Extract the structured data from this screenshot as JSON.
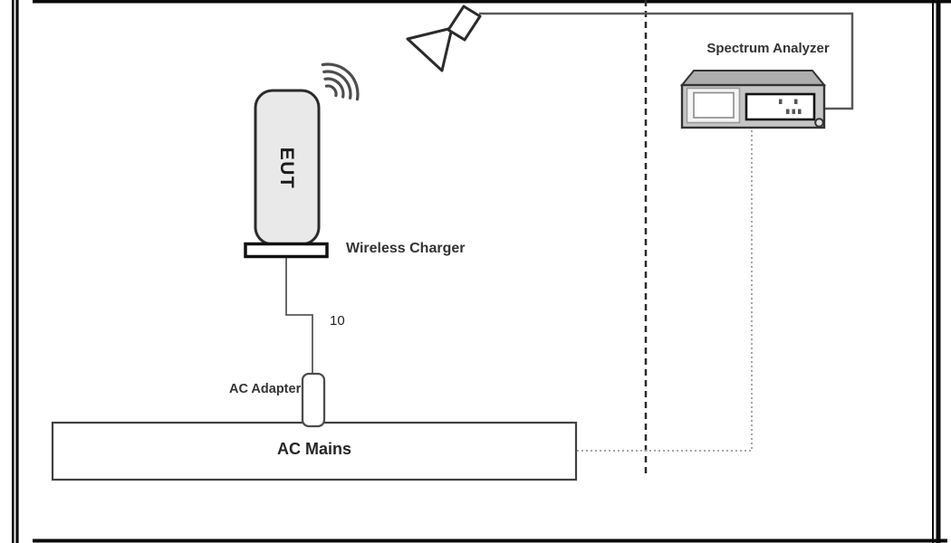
{
  "diagram": {
    "eut": {
      "label": "EUT"
    },
    "wireless_charger": {
      "label": "Wireless Charger"
    },
    "power_cable": {
      "length_marker": "10"
    },
    "ac_adapter": {
      "label": "AC Adapter"
    },
    "ac_mains": {
      "label": "AC Mains"
    },
    "spectrum_analyzer": {
      "label": "Spectrum Analyzer"
    },
    "icons": {
      "wireless_signal": "wifi-arcs-icon",
      "receive_antenna": "horn-antenna-icon"
    },
    "colors": {
      "line_dark": "#2b2b2b",
      "line_medium": "#595959",
      "dotted_line": "#a6a6a6",
      "dashed_boundary": "#2b2b2b",
      "eut_fill": "#e9e9e9",
      "analyzer_top": "#aeaeae",
      "analyzer_front": "#c6c6c6",
      "panel_white": "#ffffff",
      "frame_border": "#0b0b0b"
    }
  }
}
